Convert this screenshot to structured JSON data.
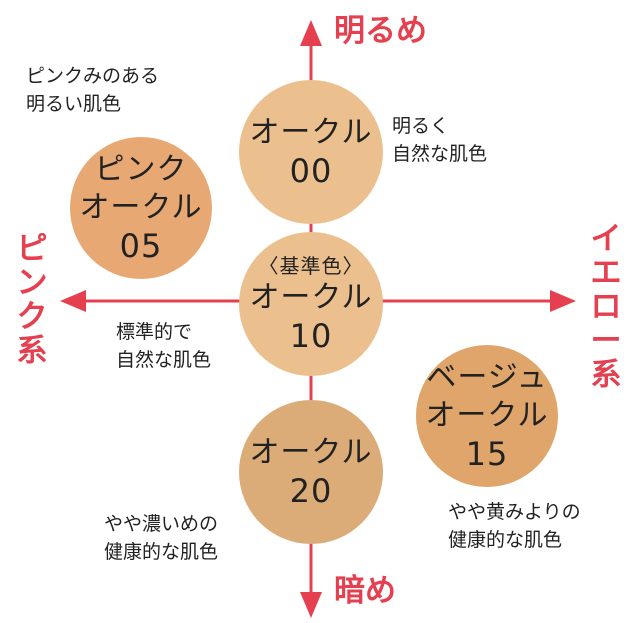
{
  "colors": {
    "axis": "#e5404f",
    "center_circle": "#ecc08e",
    "pink_circle": "#e7a874",
    "beige_circle": "#dfa56b",
    "dark_circle": "#dcac78"
  },
  "axes": {
    "top": "明るめ",
    "bottom": "暗め",
    "left": [
      "ピ",
      "ン",
      "ク",
      "系"
    ],
    "right": [
      "イ",
      "エ",
      "ロ",
      "ー",
      "系"
    ]
  },
  "circles": {
    "oc00": {
      "line1": "オークル",
      "line2": "00"
    },
    "pink05": {
      "line1": "ピンク",
      "line2": "オークル",
      "line3": "05"
    },
    "oc10": {
      "line0": "〈基準色〉",
      "line1": "オークル",
      "line2": "10"
    },
    "beige15": {
      "line1": "ベージュ",
      "line2": "オークル",
      "line3": "15"
    },
    "oc20": {
      "line1": "オークル",
      "line2": "20"
    }
  },
  "descriptions": {
    "pink_top": [
      "ピンクみのある",
      "明るい肌色"
    ],
    "oc00": [
      "明るく",
      "自然な肌色"
    ],
    "oc10": [
      "標準的で",
      "自然な肌色"
    ],
    "oc20": [
      "やや濃いめの",
      "健康的な肌色"
    ],
    "beige15": [
      "やや黄みよりの",
      "健康的な肌色"
    ]
  }
}
